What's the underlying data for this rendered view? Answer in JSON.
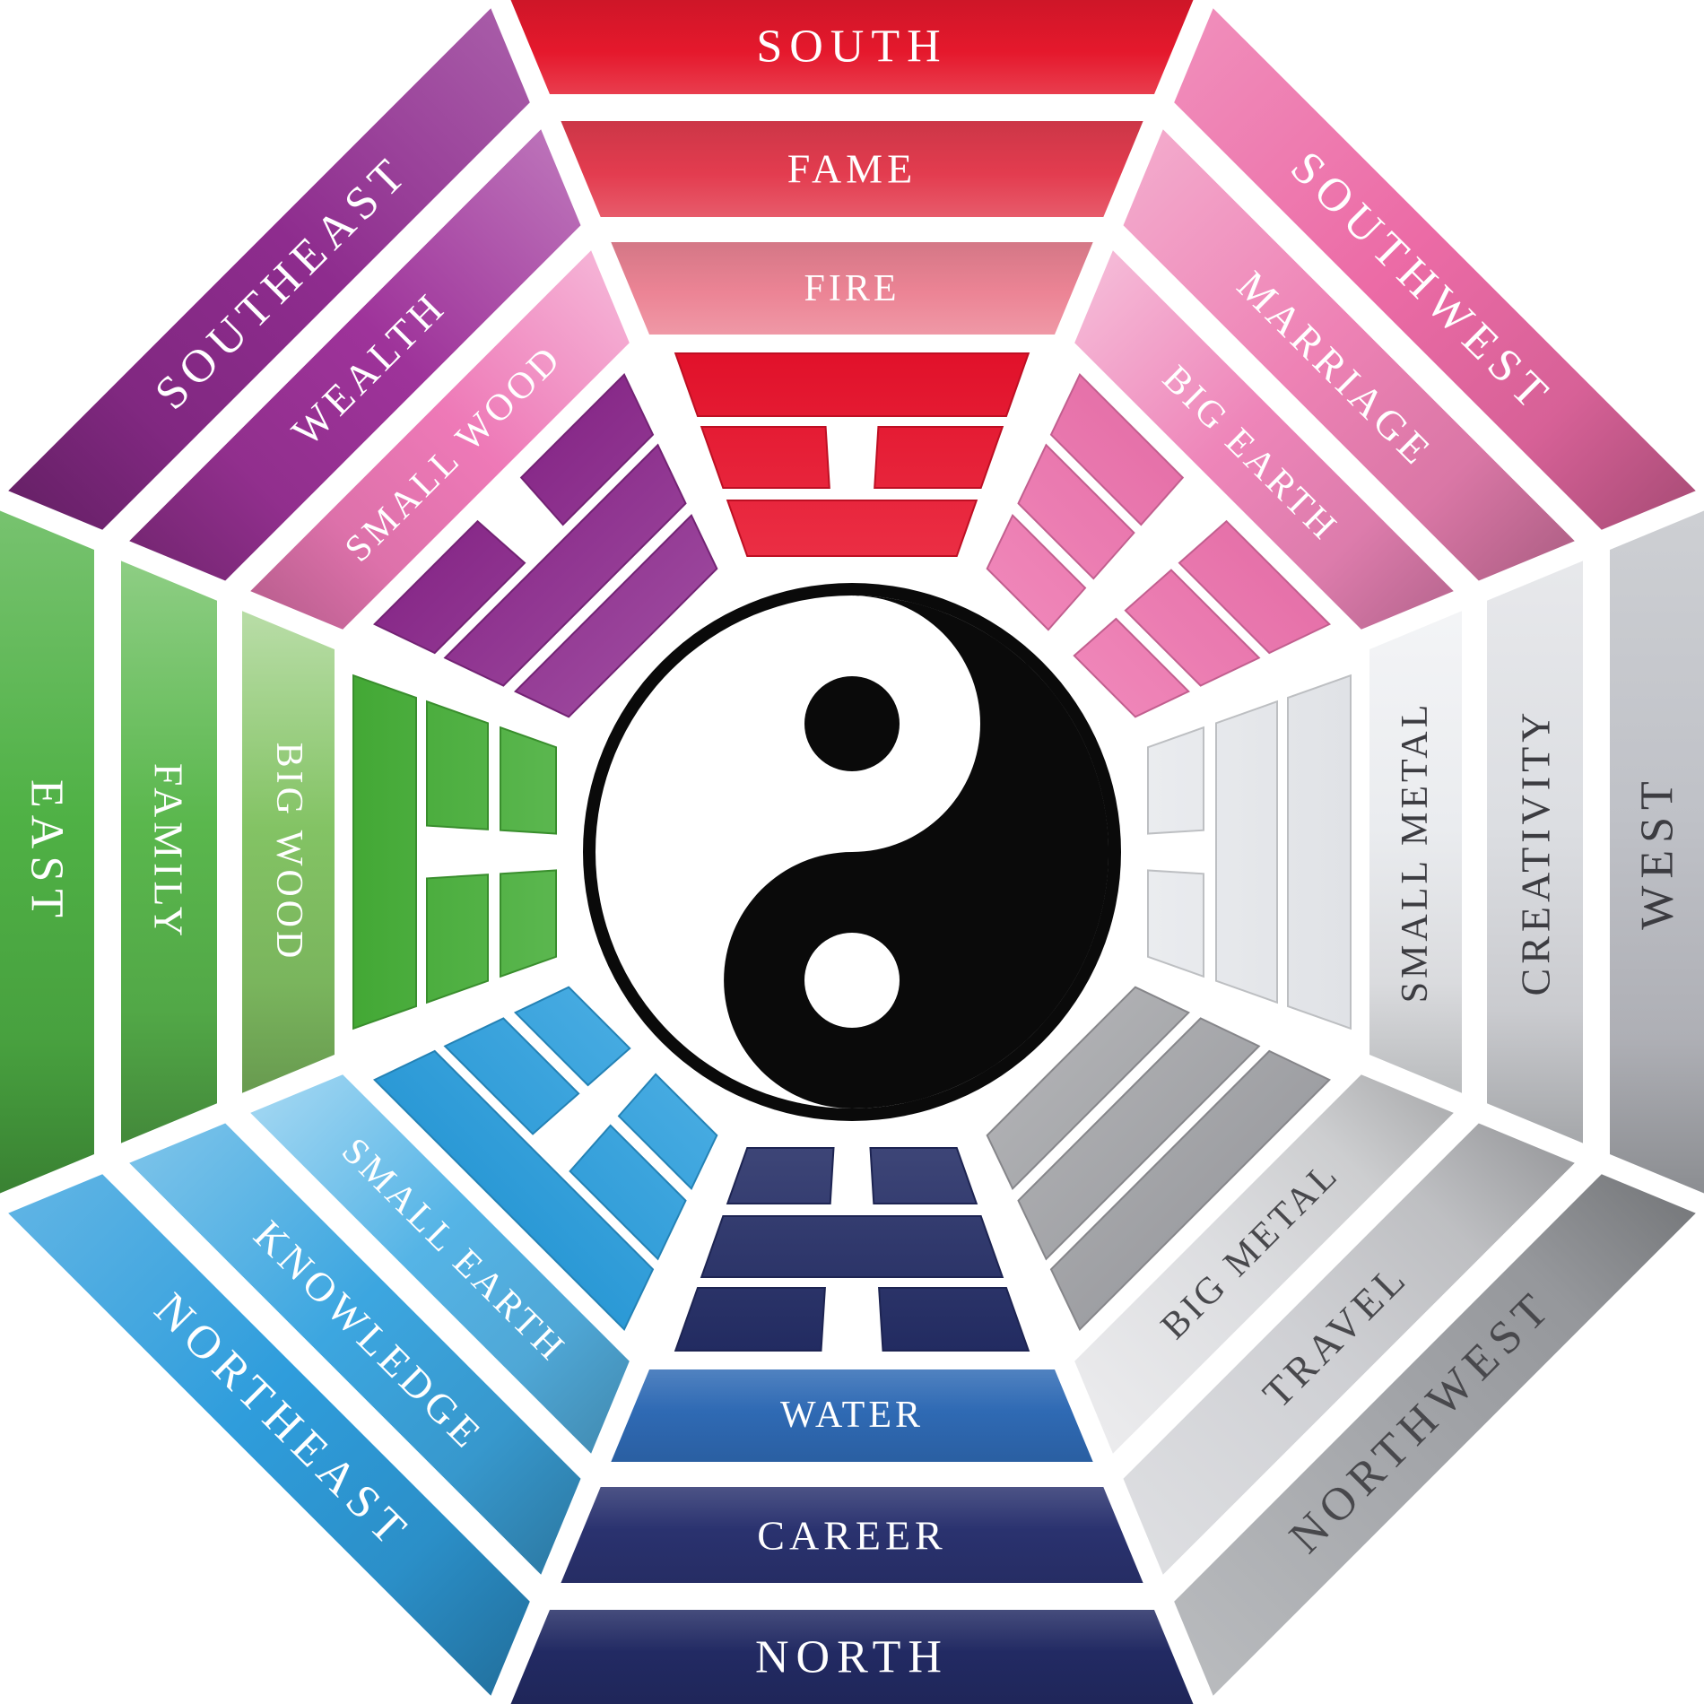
{
  "diagram": {
    "type": "feng-shui-bagua",
    "background": "#ffffff",
    "center_symbol": {
      "name": "yin-yang",
      "black": "#0a0a0a",
      "white": "#ffffff"
    },
    "octants": [
      {
        "direction": "SOUTH",
        "aspect": "FAME",
        "element": "FIRE",
        "angle": 0,
        "label_rotation": 0,
        "gradient": "sym",
        "text_color": "#ffffff",
        "colors": {
          "ring1": "#e5182c",
          "ring2": "#e33c4f",
          "ring3": "#ec8495",
          "trigram": "#e8122b"
        },
        "trigram": [
          "solid",
          "broken",
          "solid"
        ]
      },
      {
        "direction": "SOUTHWEST",
        "aspect": "MARRIAGE",
        "element": "BIG EARTH",
        "angle": 45,
        "label_rotation": 45,
        "gradient": "ld",
        "text_color": "#ffffff",
        "colors": {
          "ring1": "#ec6ba6",
          "ring2": "#ee82b5",
          "ring3": "#ee85b9",
          "trigram": "#ed74ae"
        },
        "trigram": [
          "broken",
          "broken",
          "broken"
        ]
      },
      {
        "direction": "WEST",
        "aspect": "CREATIVITY",
        "element": "SMALL METAL",
        "angle": 90,
        "label_rotation": -90,
        "gradient": "ld",
        "text_color": "#3c3c41",
        "colors": {
          "ring1": "#bfc1c7",
          "ring2": "#dcdee2",
          "ring3": "#eaecef",
          "trigram": "#e7e9ed"
        },
        "trigram": [
          "solid",
          "solid",
          "broken"
        ]
      },
      {
        "direction": "NORTHWEST",
        "aspect": "TRAVEL",
        "element": "BIG METAL",
        "angle": 135,
        "label_rotation": -45,
        "gradient": "dl",
        "text_color": "#48484c",
        "colors": {
          "ring1": "#a4a6aa",
          "ring2": "#cfd0d4",
          "ring3": "#dcdde0",
          "trigram": "#a3a4a8"
        },
        "trigram": [
          "solid",
          "solid",
          "solid"
        ]
      },
      {
        "direction": "NORTH",
        "aspect": "CAREER",
        "element": "WATER",
        "angle": 180,
        "label_rotation": 0,
        "gradient": "sym",
        "text_color": "#ffffff",
        "colors": {
          "ring1": "#222a63",
          "ring2": "#2a326f",
          "ring3": "#2f6ab4",
          "trigram": "#232c64"
        },
        "trigram": [
          "broken",
          "solid",
          "broken"
        ]
      },
      {
        "direction": "NORTHEAST",
        "aspect": "KNOWLEDGE",
        "element": "SMALL EARTH",
        "angle": 225,
        "label_rotation": 45,
        "gradient": "dl",
        "text_color": "#ffffff",
        "colors": {
          "ring1": "#2f9ddc",
          "ring2": "#3ca6e0",
          "ring3": "#55b4e6",
          "trigram": "#2c9edd"
        },
        "trigram": [
          "solid",
          "broken",
          "broken"
        ]
      },
      {
        "direction": "EAST",
        "aspect": "FAMILY",
        "element": "BIG WOOD",
        "angle": 270,
        "label_rotation": 90,
        "gradient": "dl",
        "text_color": "#ffffff",
        "colors": {
          "ring1": "#4fb145",
          "ring2": "#5ab74d",
          "ring3": "#83c364",
          "trigram": "#45ad37"
        },
        "trigram": [
          "solid",
          "broken",
          "broken"
        ]
      },
      {
        "direction": "SOUTHEAST",
        "aspect": "WEALTH",
        "element": "SMALL WOOD",
        "angle": 315,
        "label_rotation": -45,
        "gradient": "dl",
        "text_color": "#ffffff",
        "colors": {
          "ring1": "#8e2c8e",
          "ring2": "#9e339a",
          "ring3": "#ee79b7",
          "trigram": "#8c2b8d"
        },
        "trigram": [
          "broken",
          "solid",
          "solid"
        ]
      }
    ]
  }
}
